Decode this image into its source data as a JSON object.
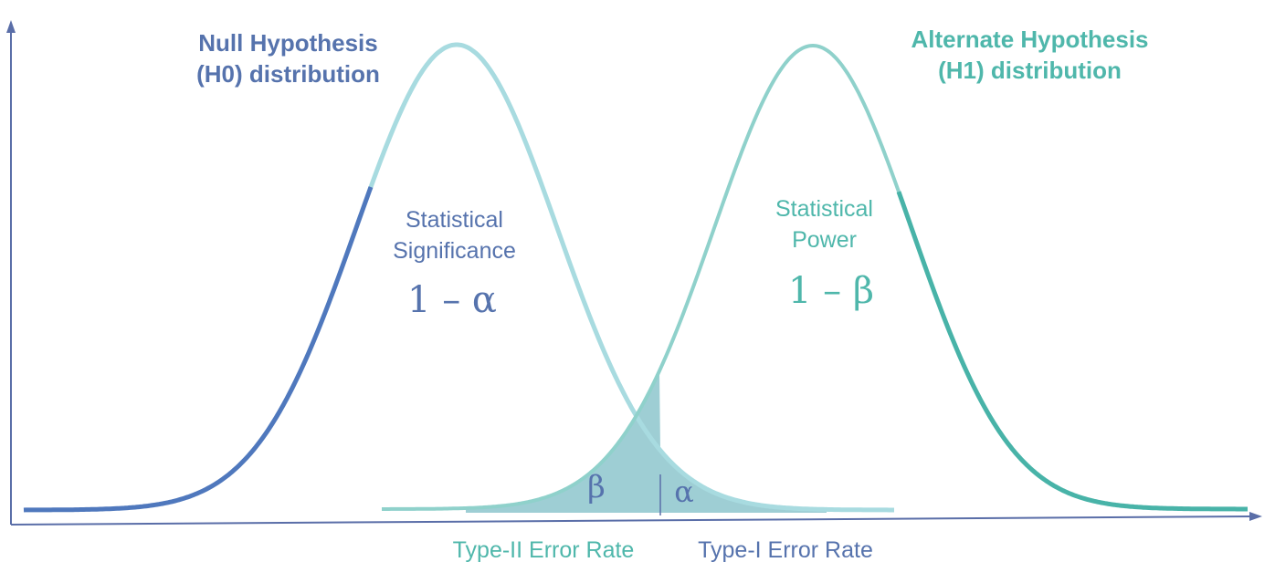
{
  "colors": {
    "h0": "#4f78bd",
    "h0_light": "#a8dbe0",
    "h1": "#48b3a8",
    "h1_light": "#8fd1cb",
    "overlap_fill": "#7ebdc6",
    "axis": "#5a6ea8",
    "blue_text": "#5673ad",
    "teal_text": "#4fb7ab"
  },
  "h0": {
    "title_line1": "Null Hypothesis",
    "title_line2": "(H0) distribution"
  },
  "h1": {
    "title_line1": "Alternate Hypothesis",
    "title_line2": "(H1) distribution"
  },
  "significance": {
    "line1": "Statistical",
    "line2": "Significance",
    "formula": "1 – α"
  },
  "power": {
    "line1": "Statistical",
    "line2": "Power",
    "formula": "1 – β"
  },
  "regions": {
    "beta_symbol": "β",
    "alpha_symbol": "α"
  },
  "error_labels": {
    "type2": "Type-II Error Rate",
    "type1": "Type-I Error Rate"
  }
}
